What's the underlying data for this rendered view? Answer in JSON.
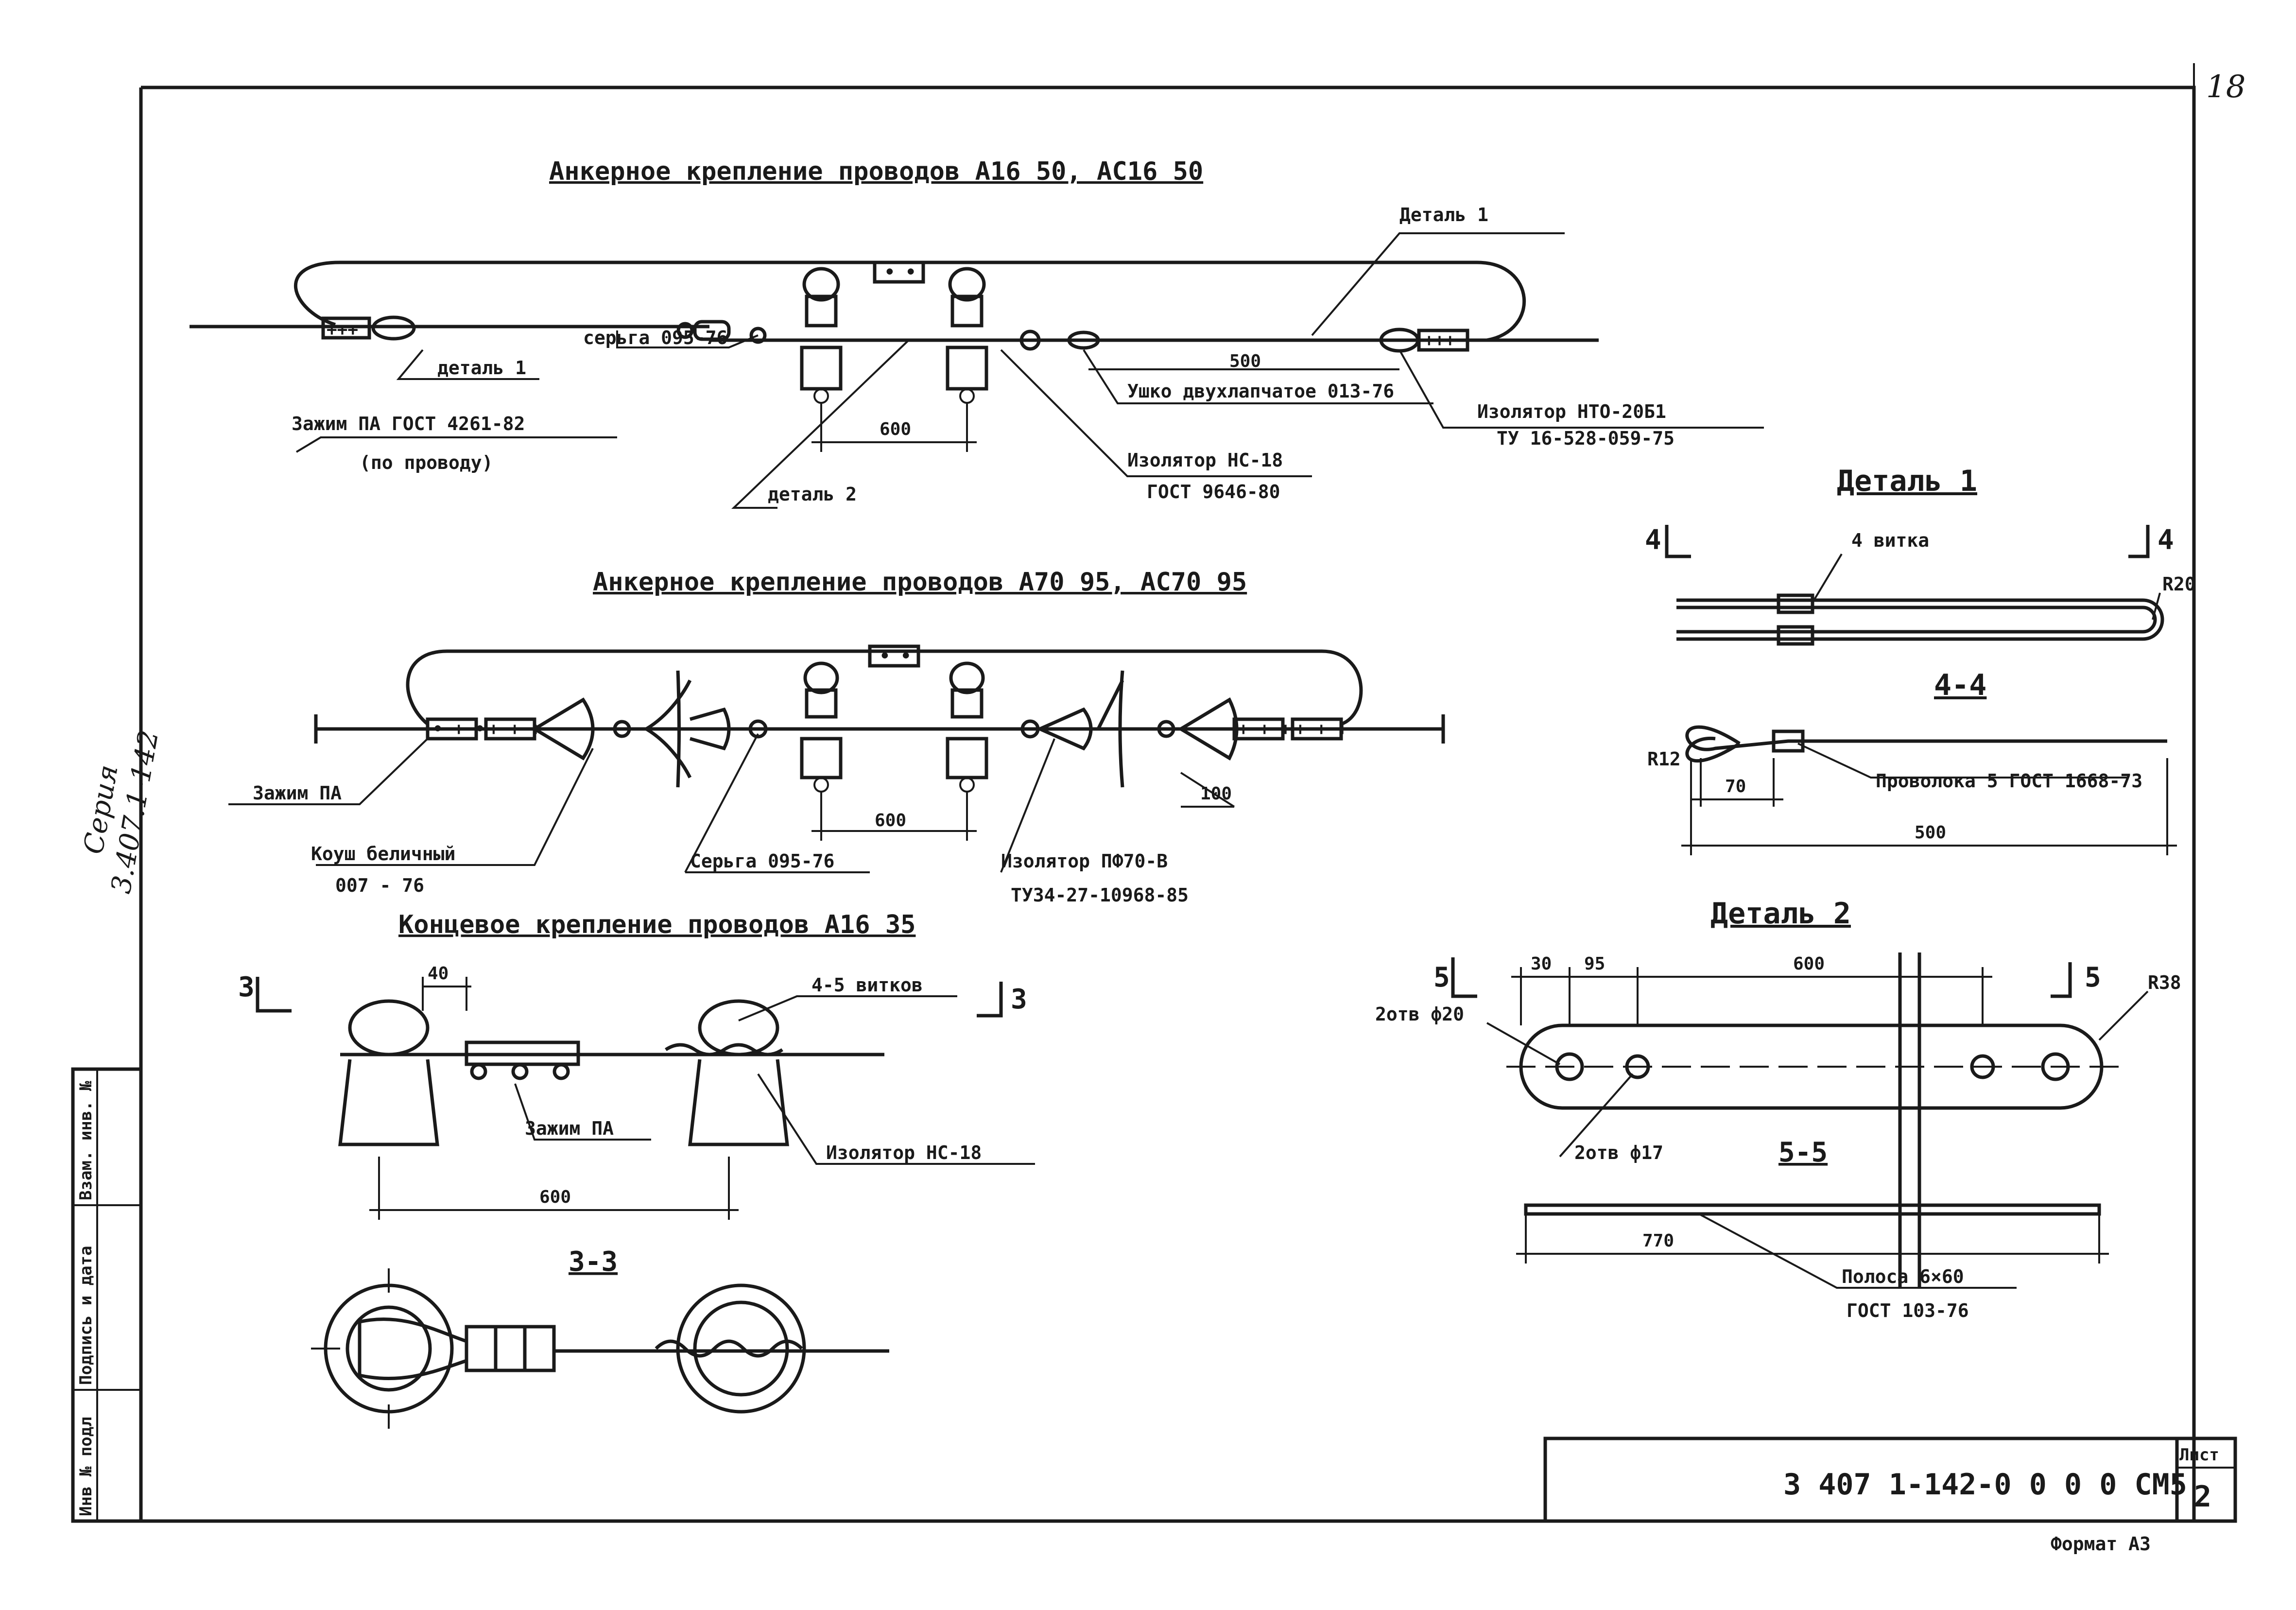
{
  "sheet": {
    "page_number": "18",
    "side_handwritten": [
      "Серия",
      "3.407.1-142"
    ],
    "stamp": {
      "code": "3 407 1-142-0 0 0 0 СМ5",
      "list_label": "Лист",
      "list_value": "2"
    },
    "format_note": "Формат А3",
    "side_table": [
      "Инв № подл",
      "Подпись и дата",
      "Взам. инв. №"
    ]
  },
  "section1": {
    "title": "Анкерное крепление проводов А16   50, АС16   50",
    "labels": {
      "detail1_top": "Деталь 1",
      "detail1_left": "деталь 1",
      "earring": "серьга 095-76",
      "clamp_line1": "Зажим ПА ГОСТ 4261-82",
      "clamp_line2": "(по проводу)",
      "detail2": "деталь 2",
      "ear_double": "Ушко двухлапчатое 013-76",
      "ins_nc_1": "Изолятор НС-18",
      "ins_nc_2": "ГОСТ 9646-80",
      "ins_nto_1": "Изолятор НТО-20Б1",
      "ins_nto_2": "ТУ 16-528-059-75"
    },
    "dims": {
      "d600": "600",
      "d500": "500"
    }
  },
  "section2": {
    "title": "Анкерное крепление проводов А70   95, АС70   95",
    "labels": {
      "clamp": "Зажим ПА",
      "thimble_1": "Коуш беличный",
      "thimble_2": "007 - 76",
      "earring": "Серьга 095-76",
      "ins_pf_1": "Изолятор ПФ70-В",
      "ins_pf_2": "ТУ34-27-10968-85"
    },
    "dims": {
      "d600": "600",
      "d100": "100"
    }
  },
  "section3": {
    "title": "Концевое крепление проводов А16   35",
    "labels": {
      "turns": "4-5 витков",
      "clamp": "Зажим ПА",
      "insulator": "Изолятор НС-18",
      "section_mark": "3-3",
      "cut_left": "3",
      "cut_right": "3"
    },
    "dims": {
      "d40": "40",
      "d600": "600"
    }
  },
  "detail1": {
    "title": "Деталь 1",
    "turns": "4 витка",
    "section_mark": "4-4",
    "cut_left": "4",
    "cut_right": "4",
    "wire": "Проволока 5 ГОСТ 1668-73",
    "radius_r20": "R20",
    "radius_r12": "R12",
    "dims": {
      "d70": "70",
      "d500": "500"
    }
  },
  "detail2": {
    "title": "Деталь 2",
    "cut_left": "5",
    "cut_right": "5",
    "holes_20": "2отв ф20",
    "holes_17": "2отв ф17",
    "radius": "R38",
    "section_mark": "5-5",
    "strip_1": "Полоса 6×60",
    "strip_2": "ГОСТ 103-76",
    "dims": {
      "d30": "30",
      "d95": "95",
      "d600": "600",
      "d770": "770"
    }
  }
}
